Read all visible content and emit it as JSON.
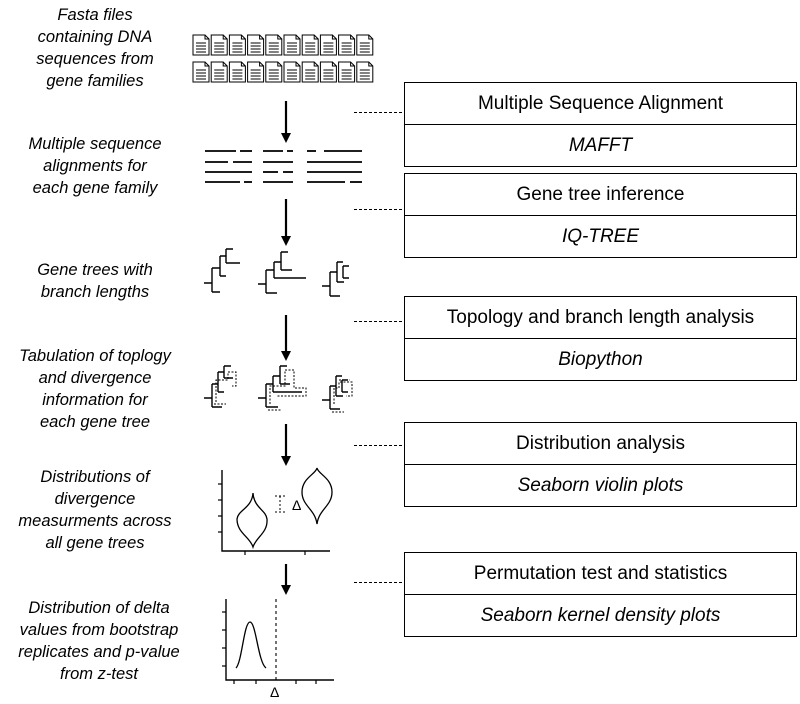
{
  "steps": [
    {
      "description": "Fasta files containing DNA sequences from gene families",
      "process": "Multiple Sequence Alignment",
      "tool": "MAFFT"
    },
    {
      "description": "Multiple sequence alignments for each gene family",
      "process": "Gene tree inference",
      "tool": "IQ-TREE"
    },
    {
      "description": "Gene trees with branch lengths",
      "process": "Topology and branch length analysis",
      "tool": "Biopython"
    },
    {
      "description": "Tabulation of toplogy and divergence information for each gene tree",
      "process": "Distribution analysis",
      "tool": "Seaborn violin plots"
    },
    {
      "description": "Distributions of divergence measurments across all gene trees",
      "process": "Permutation test and statistics",
      "tool": "Seaborn kernel density plots"
    },
    {
      "description": "Distribution of delta values from bootstrap replicates and p-value from z-test"
    }
  ],
  "icons": {
    "fasta_files": "document-icon",
    "alignment": "alignment-icon",
    "gene_trees": "tree-icon",
    "tabulation": "annotated-tree-icon",
    "violin": "violin-plot-icon",
    "kde": "density-plot-icon"
  },
  "symbols": {
    "delta": "Δ"
  }
}
